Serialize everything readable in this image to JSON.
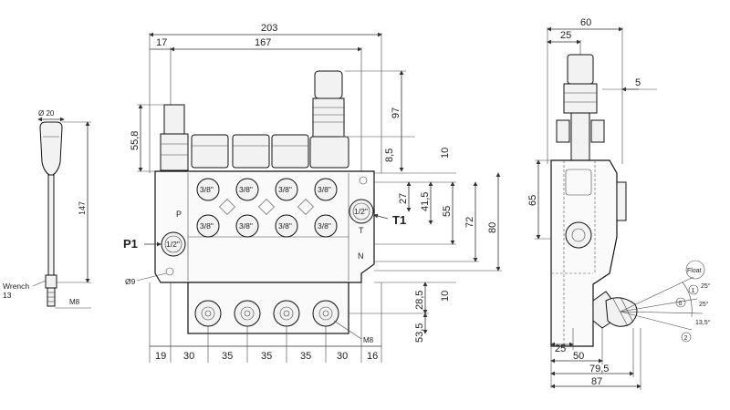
{
  "lever_view": {
    "dia_20": "Ø 20",
    "len_147": "147",
    "wrench_label": "Wrench",
    "wrench_size": "13",
    "thread": "M8"
  },
  "front_view": {
    "overall_width": "203",
    "width_167": "167",
    "left_17": "17",
    "height_55_8": "55,8",
    "dim_97": "97",
    "dim_8_5": "8,5",
    "dim_10_top": "10",
    "dim_27": "27",
    "dim_41_5": "41,5",
    "dim_55": "55",
    "dim_72": "72",
    "dim_80": "80",
    "dim_10_bottom": "10",
    "dim_28_5": "28,5",
    "dim_53_5": "53,5",
    "port_p_label": "P",
    "port_t_label": "T",
    "port_n_label": "N",
    "p1_label": "P1",
    "t1_label": "T1",
    "p1_size": "1/2\"",
    "t1_size": "1/2\"",
    "work_port_size": "3/8\"",
    "hole_dia": "Ø9",
    "thread_m8": "M8",
    "bottom_dims": [
      "19",
      "30",
      "35",
      "35",
      "35",
      "30",
      "16"
    ]
  },
  "side_view": {
    "top_60": "60",
    "top_25": "25",
    "dim_5": "5",
    "dim_65": "65",
    "float_label": "Float",
    "angle_1": "25°",
    "angle_2": "13,5°",
    "angle_3": "25°",
    "pos_1": "1",
    "pos_0": "0",
    "pos_2": "2",
    "bottom_25": "25",
    "bottom_50": "50",
    "bottom_79_5": "79,5",
    "bottom_87": "87"
  }
}
